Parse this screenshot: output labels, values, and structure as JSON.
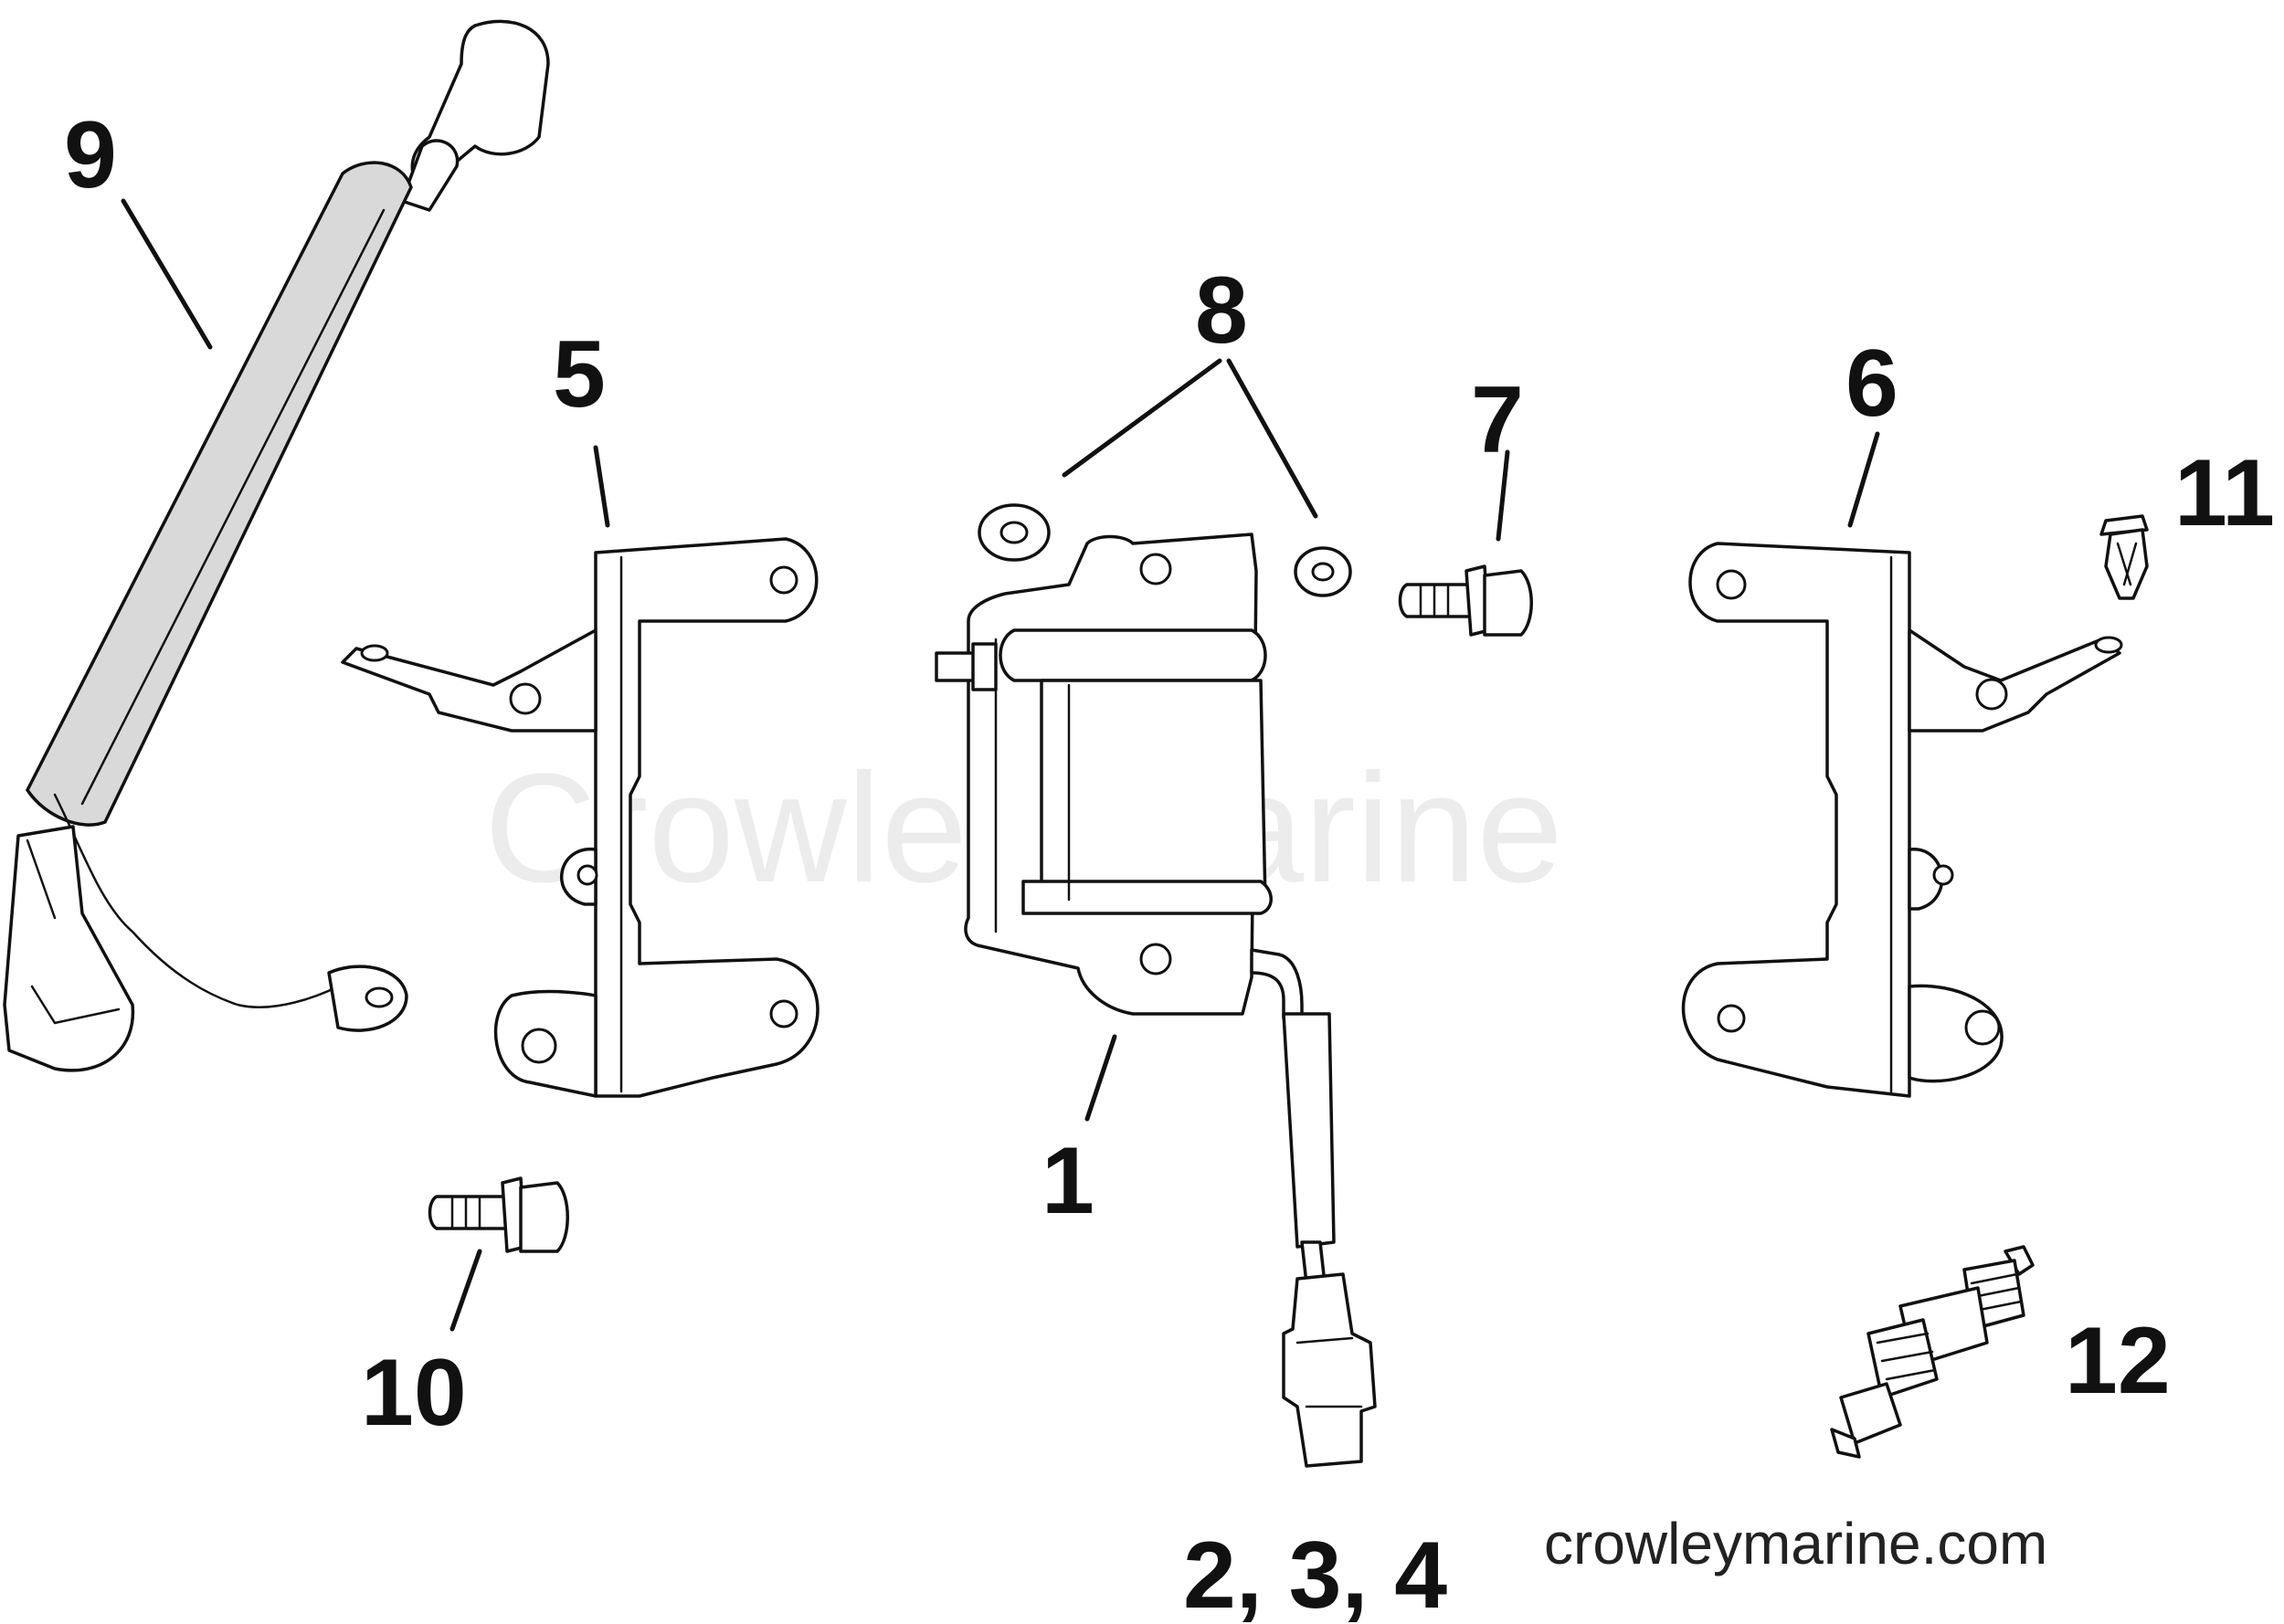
{
  "diagram": {
    "watermark": "Crowley Marine",
    "website": "crowleymarine.com",
    "callouts": {
      "c1": "1",
      "c234": "2, 3, 4",
      "c5": "5",
      "c6": "6",
      "c7": "7",
      "c8": "8",
      "c9": "9",
      "c10": "10",
      "c11": "11",
      "c12": "12"
    }
  }
}
